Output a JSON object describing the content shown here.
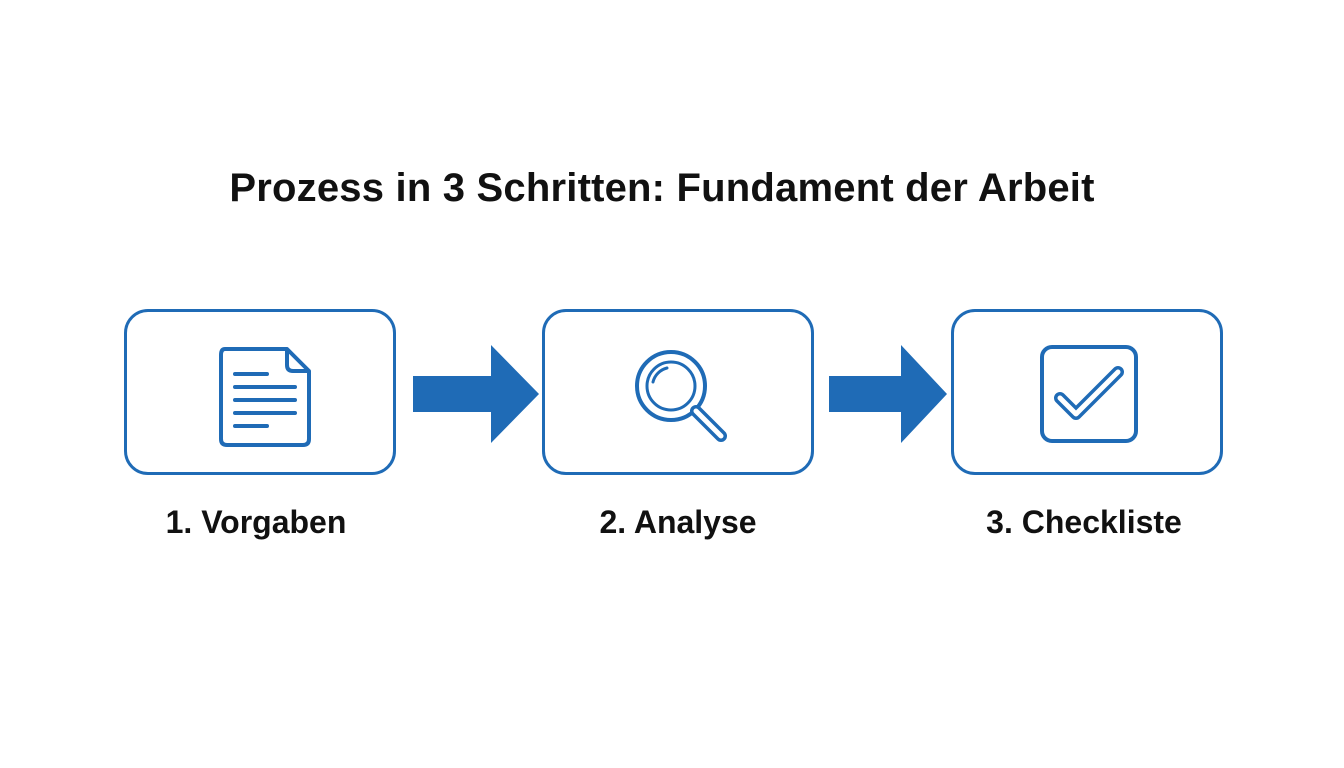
{
  "title": "Prozess in 3 Schritten: Fundament der Arbeit",
  "accent_color": "#1f6bb6",
  "steps": [
    {
      "label": "1. Vorgaben",
      "icon": "document-icon"
    },
    {
      "label": "2. Analyse",
      "icon": "magnifier-icon"
    },
    {
      "label": "3. Checkliste",
      "icon": "checkbox-icon"
    }
  ]
}
